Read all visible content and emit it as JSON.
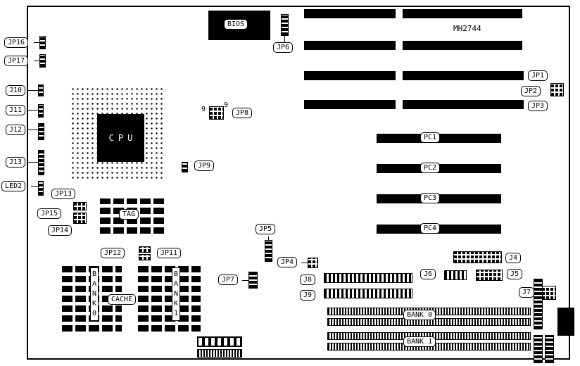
{
  "board": {
    "model": "MH2744"
  },
  "chips": {
    "bios": "BIOS",
    "cpu": "CPU",
    "tag": "TAG",
    "cache": "CACHE"
  },
  "cache_banks": {
    "bank0": "BANK0",
    "bank1": "BANK1"
  },
  "memory_banks": {
    "bank0": "BANK 0",
    "bank1": "BANK 1"
  },
  "pci_slots": {
    "pc1": "PC1",
    "pc2": "PC2",
    "pc3": "PC3",
    "pc4": "PC4"
  },
  "jumpers": {
    "jp1": "JP1",
    "jp2": "JP2",
    "jp3": "JP3",
    "jp4": "JP4",
    "jp5": "JP5",
    "jp6": "JP6",
    "jp7": "JP7",
    "jp8": "JP8",
    "jp9": "JP9",
    "jp11": "JP11",
    "jp12": "JP12",
    "jp13": "JP13",
    "jp14": "JP14",
    "jp15": "JP15",
    "jp16": "JP16",
    "jp17": "JP17"
  },
  "connectors": {
    "j4": "J4",
    "j5": "J5",
    "j6": "J6",
    "j7": "J7",
    "j8": "J8",
    "j9": "J9",
    "j10": "J10",
    "j11": "J11",
    "j12": "J12",
    "j13": "J13"
  },
  "indicators": {
    "led2": "LED2"
  },
  "annotations": {
    "jp8_left_pin": "9",
    "jp8_right_pin": "9"
  }
}
